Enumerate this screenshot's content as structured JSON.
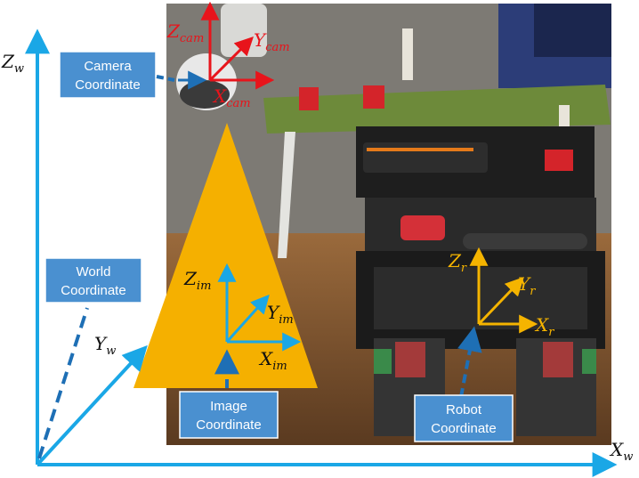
{
  "labels": {
    "camera_box": [
      "Camera",
      "Coordinate"
    ],
    "world_box": [
      "World",
      "Coordinate"
    ],
    "image_box": [
      "Image",
      "Coordinate"
    ],
    "robot_box": [
      "Robot",
      "Coordinate"
    ]
  },
  "axes": {
    "world": {
      "z": {
        "base": "Z",
        "sub": "w"
      },
      "y": {
        "base": "Y",
        "sub": "w"
      },
      "x": {
        "base": "X",
        "sub": "w"
      }
    },
    "camera": {
      "z": {
        "base": "Z",
        "sub": "cam"
      },
      "y": {
        "base": "Y",
        "sub": "cam"
      },
      "x": {
        "base": "X",
        "sub": "cam"
      }
    },
    "image": {
      "z": {
        "base": "Z",
        "sub": "im"
      },
      "y": {
        "base": "Y",
        "sub": "im"
      },
      "x": {
        "base": "X",
        "sub": "im"
      }
    },
    "robot": {
      "z": {
        "base": "Z",
        "sub": "r"
      },
      "y": {
        "base": "Y",
        "sub": "r"
      },
      "x": {
        "base": "X",
        "sub": "r"
      }
    }
  },
  "colors": {
    "world_axis": "#1aa7e6",
    "camera_axis": "#e8141b",
    "image_axis": "#1aa7e6",
    "robot_axis": "#f5b400",
    "label_box": "#4a90d0",
    "cone": "#f5b000",
    "dashed_pointer": "#1e6fb5"
  }
}
